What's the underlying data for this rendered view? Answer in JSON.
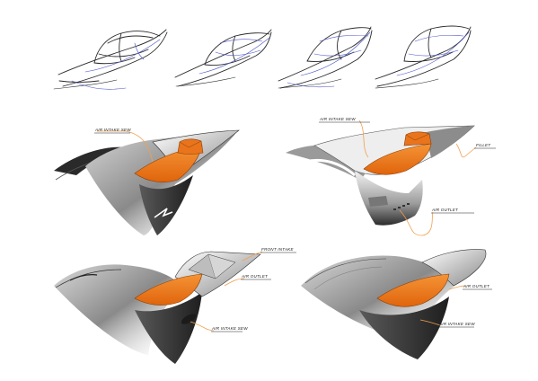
{
  "sheet": {
    "palette": {
      "paper": "#ffffff",
      "ink": "#2b2b2b",
      "construction_line": "#4a55c8",
      "accent": "#f07a1a",
      "accent_dark": "#b9520a",
      "leader_line": "#f0a050"
    },
    "thumbnails": [
      {
        "id": "thumb-1"
      },
      {
        "id": "thumb-2"
      },
      {
        "id": "thumb-3"
      },
      {
        "id": "thumb-4"
      }
    ],
    "renders": [
      {
        "id": "render-1",
        "labels": [
          "AIR INTAKE SEW"
        ]
      },
      {
        "id": "render-2",
        "labels": [
          "AIR INTAKE SEW",
          "FILLET",
          "AIR OUTLET"
        ]
      },
      {
        "id": "render-3",
        "labels": [
          "FRONT INTAKE",
          "AIR OUTLET",
          "AIR INTAKE SEW"
        ]
      },
      {
        "id": "render-4",
        "labels": [
          "AIR OUTLET",
          "AIR INTAKE SEW"
        ]
      }
    ]
  }
}
